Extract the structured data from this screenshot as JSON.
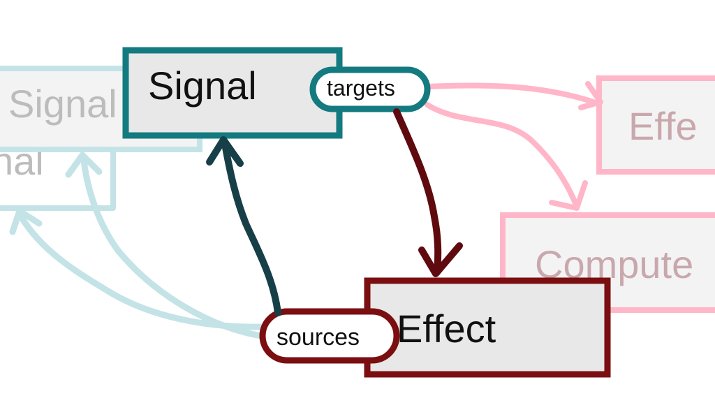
{
  "colors": {
    "background": "#ffffff",
    "signal_border": "#137a80",
    "signal_fill": "#e8e8e8",
    "signal_arrow": "#173f47",
    "effect_border": "#7a0e10",
    "effect_fill": "#e8e8e8",
    "effect_arrow": "#5e0a0e",
    "ghost_signal": "#c3e3e7",
    "ghost_effect": "#ffb6c9",
    "ghost_text_signal": "#bcbcbc",
    "ghost_text_effect": "#c9a8ad",
    "text": "#111111"
  },
  "ghost_nodes": {
    "signal_back": "Signal",
    "signal_back_2": "nal",
    "effect_right": "Effe",
    "computed_right": "Compute"
  },
  "nodes": {
    "signal": {
      "label": "Signal",
      "badge": "targets"
    },
    "effect": {
      "label": "Effect",
      "badge": "sources"
    }
  },
  "icons": {
    "targets_arrow": "arrow-down-icon",
    "sources_arrow": "arrow-up-icon"
  }
}
